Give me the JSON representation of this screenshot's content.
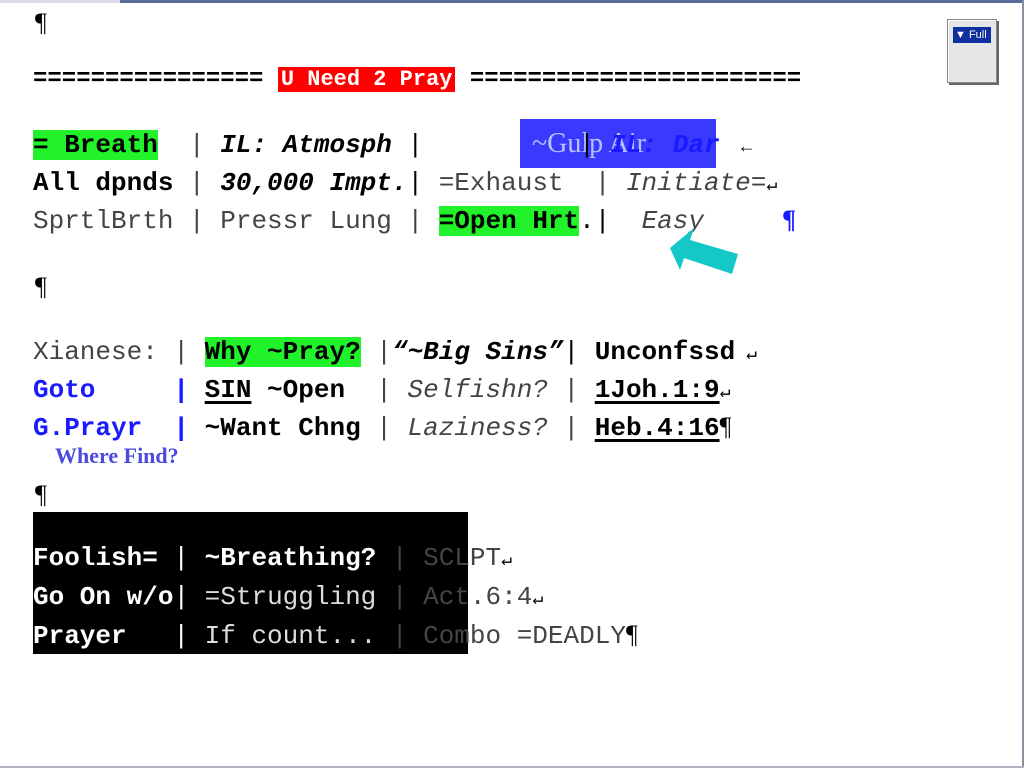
{
  "pilcrow": "¶",
  "title": {
    "left_rule": "================",
    "label": "U Need 2 Pray",
    "right_rule": "======================="
  },
  "block1": {
    "row1": {
      "c1": "= Breath",
      "sep1": "  | ",
      "c2": "IL: Atmosph",
      "sep2": " |",
      "sep3": "| ",
      "c4": "IL: Dar",
      "end": "  ←"
    },
    "gulp": "~Gulp Air",
    "row2": {
      "c1": "All dpnds",
      "sep1": " | ",
      "c2": "30,000 Impt.",
      "sep2": "| ",
      "c3": "=Exhaust",
      "sep3": "  | ",
      "c4": "Initiate=",
      "end": "↵"
    },
    "row3": {
      "c1": "SprtlBrth",
      "sep1": " | ",
      "c2": "Pressr Lung",
      "sep2": " | ",
      "c3": "=Open Hrt",
      "c3b": ".|",
      "sep3": "  ",
      "c4": "Easy",
      "end": "¶"
    }
  },
  "block2": {
    "row1": {
      "c1": "Xianese:",
      "sep1": " | ",
      "c2": "Why ~Pray?",
      "sep2": " |",
      "c3": "“~Big Sins”",
      "sep3": "| ",
      "c4": "Unconfssd",
      "end": " ↵"
    },
    "row2": {
      "c1": "Goto",
      "sep1": "     | ",
      "c2a": "SIN",
      "c2b": " ~Open",
      "sep2": "  | ",
      "c3": "Selfishn?",
      "sep3": " | ",
      "c4": "1Joh.1:9",
      "end": "↵"
    },
    "row3": {
      "c1": "G.Prayr",
      "sep1": "  | ",
      "c2": "~Want Chng",
      "sep2": " | ",
      "c3": "Laziness?",
      "sep3": " | ",
      "c4": "Heb.4:16",
      "end": "¶"
    },
    "where": "Where Find?"
  },
  "block3": {
    "row1": {
      "c1": "Foolish=",
      "sep1": " | ",
      "c2": "~Breathing?",
      "sep2": " | ",
      "c3": "SCLPT",
      "end": "↵"
    },
    "row2": {
      "c1": "Go On w/o",
      "sep1": "| ",
      "c2": "=Struggling",
      "sep2": " | ",
      "c3": "Act.6:4",
      "end": "↵"
    },
    "row3": {
      "c1": "Prayer",
      "sep1": "   | ",
      "c2": "If count...",
      "sep2": " | ",
      "c3": "Combo =DEADLY",
      "end": "¶"
    }
  },
  "full_button": {
    "label": "▼ Full"
  },
  "colors": {
    "highlight_green": "#22f22a",
    "title_red": "#ff0000",
    "gulp_blue": "#3a3aff",
    "text_blue": "#1a1aff",
    "arrow_teal": "#14c8c8"
  }
}
